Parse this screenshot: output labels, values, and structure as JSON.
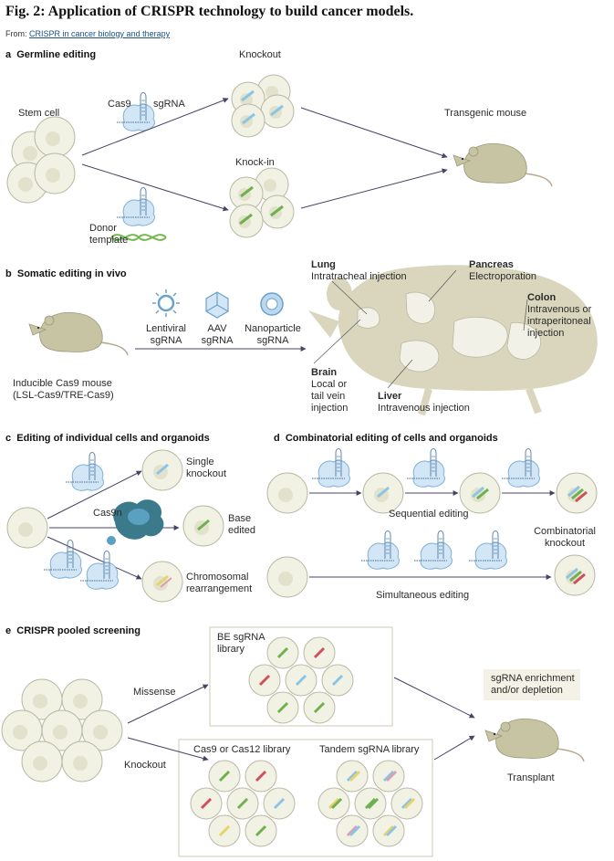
{
  "figure": {
    "title": "Fig. 2: Application of CRISPR technology to build cancer models.",
    "from_label": "From:",
    "from_link": "CRISPR in cancer biology and therapy"
  },
  "panel_a": {
    "label": "a",
    "title": "Germline editing",
    "stem_cell": "Stem cell",
    "cas9": "Cas9",
    "sgrna": "sgRNA",
    "knockout": "Knockout",
    "knockin": "Knock-in",
    "donor_line1": "Donor",
    "donor_line2": "template",
    "transgenic": "Transgenic mouse"
  },
  "panel_b": {
    "label": "b",
    "title": "Somatic editing in vivo",
    "lentiviral_1": "Lentiviral",
    "lentiviral_2": "sgRNA",
    "aav_1": "AAV",
    "aav_2": "sgRNA",
    "nano_1": "Nanoparticle",
    "nano_2": "sgRNA",
    "mouse_1": "Inducible Cas9 mouse",
    "mouse_2": "(LSL-Cas9/TRE-Cas9)",
    "lung_title": "Lung",
    "lung_desc": "Intratracheal injection",
    "pancreas_title": "Pancreas",
    "pancreas_desc": "Electroporation",
    "colon_title": "Colon",
    "colon_desc_1": "Intravenous or",
    "colon_desc_2": "intraperitoneal",
    "colon_desc_3": "injection",
    "brain_title": "Brain",
    "brain_desc_1": "Local or",
    "brain_desc_2": "tail vein",
    "brain_desc_3": "injection",
    "liver_title": "Liver",
    "liver_desc": "Intravenous injection"
  },
  "panel_c": {
    "label": "c",
    "title": "Editing of individual cells and organoids",
    "single_1": "Single",
    "single_2": "knockout",
    "cas9n": "Cas9n",
    "base_1": "Base",
    "base_2": "edited",
    "chrom_1": "Chromosomal",
    "chrom_2": "rearrangement"
  },
  "panel_d": {
    "label": "d",
    "title": "Combinatorial editing of cells and organoids",
    "sequential": "Sequential editing",
    "combo_1": "Combinatorial",
    "combo_2": "knockout",
    "simultaneous": "Simultaneous editing"
  },
  "panel_e": {
    "label": "e",
    "title": "CRISPR pooled screening",
    "be_lib_1": "BE sgRNA",
    "be_lib_2": "library",
    "missense": "Missense",
    "knockout": "Knockout",
    "cas_lib": "Cas9 or Cas12 library",
    "tandem_lib": "Tandem sgRNA library",
    "enrich_1": "sgRNA enrichment",
    "enrich_2": "and/or depletion",
    "transplant": "Transplant"
  },
  "colors": {
    "cell_fill": "#f1f1e4",
    "cell_stroke": "#b9b9a4",
    "mouse": "#c7c4a3",
    "mouse_light": "#d9d6bd",
    "arrow": "#444466",
    "cas9_fill": "#d3e6f5",
    "cas9_stroke": "#7fb0d8",
    "cas9n": "#3a7a8a",
    "edit_blue": "#8cc4e6",
    "edit_green": "#6fb04f",
    "edit_red": "#d0505a",
    "edit_yellow": "#e7d36b",
    "edit_pink": "#d9a0b0",
    "box_fill": "#f4f2e6"
  }
}
